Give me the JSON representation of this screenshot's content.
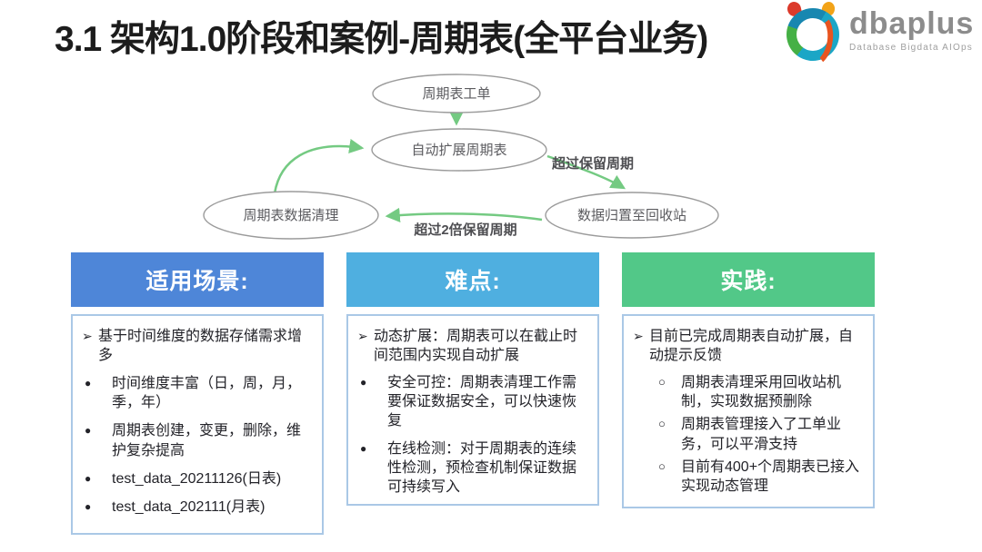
{
  "slide": {
    "title": "3.1 架构1.0阶段和案例-周期表(全平台业务)"
  },
  "logo": {
    "name": "dbaplus",
    "tagline": "Database  Bigdata  AIOps"
  },
  "flowchart": {
    "type": "cycle-diagram",
    "arrow_color": "#74ca82",
    "node_border_color": "#9b9b9b",
    "nodes": {
      "ticket": "周期表工单",
      "autoextend": "自动扩展周期表",
      "cleanup": "周期表数据清理",
      "recycle": "数据归置至回收站"
    },
    "edge_labels": {
      "over_retention": "超过保留周期",
      "over_2x_retention": "超过2倍保留周期"
    }
  },
  "columns": [
    {
      "header": "适用场景:",
      "header_color": "#4e86d8",
      "items": [
        {
          "marker": "➢",
          "text": "基于时间维度的数据存储需求增多"
        },
        {
          "marker": "●",
          "text": "时间维度丰富（日，周，月，季，年）"
        },
        {
          "marker": "●",
          "text": "周期表创建，变更，删除，维护复杂提高"
        },
        {
          "marker": "●",
          "text": "test_data_20211126(日表)"
        },
        {
          "marker": "●",
          "text": "test_data_202111(月表)"
        }
      ]
    },
    {
      "header": "难点:",
      "header_color": "#4fafe0",
      "items": [
        {
          "marker": "➢",
          "text": "动态扩展：周期表可以在截止时间范围内实现自动扩展"
        },
        {
          "marker": "●",
          "text": "安全可控：周期表清理工作需要保证数据安全，可以快速恢复"
        },
        {
          "marker": "●",
          "text": "在线检测：对于周期表的连续性检测，预检查机制保证数据可持续写入"
        }
      ]
    },
    {
      "header": "实践:",
      "header_color": "#52c888",
      "items": [
        {
          "marker": "➢",
          "text": "目前已完成周期表自动扩展，自动提示反馈"
        },
        {
          "marker": "○",
          "text": "周期表清理采用回收站机制，实现数据预删除"
        },
        {
          "marker": "○",
          "text": "周期表管理接入了工单业务，可以平滑支持"
        },
        {
          "marker": "○",
          "text": "目前有400+个周期表已接入实现动态管理"
        }
      ]
    }
  ]
}
